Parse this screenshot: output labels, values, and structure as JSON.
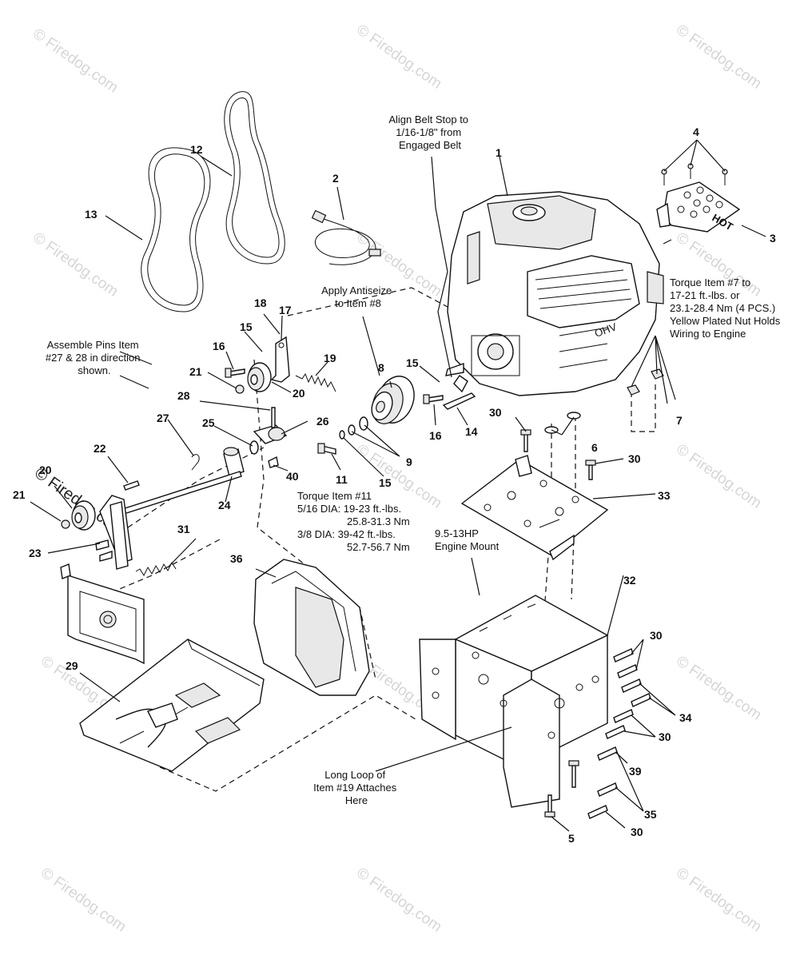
{
  "watermark": "© Firedog.com",
  "watermark_large": "© Firedog.com",
  "callouts": {
    "c1": "1",
    "c2": "2",
    "c3": "3",
    "c4": "4",
    "c5": "5",
    "c6": "6",
    "c7": "7",
    "c8": "8",
    "c9": "9",
    "c11": "11",
    "c12": "12",
    "c13": "13",
    "c14": "14",
    "c15a": "15",
    "c15b": "15",
    "c15c": "15",
    "c16a": "16",
    "c16b": "16",
    "c17": "17",
    "c18": "18",
    "c19": "19",
    "c20a": "20",
    "c20b": "20",
    "c21a": "21",
    "c21b": "21",
    "c22": "22",
    "c23": "23",
    "c24": "24",
    "c25": "25",
    "c26": "26",
    "c27": "27",
    "c28": "28",
    "c29": "29",
    "c30a": "30",
    "c30b": "30",
    "c30c": "30",
    "c30d": "30",
    "c30e": "30",
    "c31": "31",
    "c32": "32",
    "c33": "33",
    "c34": "34",
    "c35": "35",
    "c36": "36",
    "c39": "39",
    "c40": "40"
  },
  "notes": {
    "align_belt": [
      "Align Belt Stop to",
      "1/16-1/8\" from",
      "Engaged Belt"
    ],
    "antiseize": [
      "Apply Antiseize",
      "to Item #8"
    ],
    "assemble_pins": [
      "Assemble Pins Item",
      "#27 & 28 in direction",
      "shown."
    ],
    "torque7": [
      "Torque Item #7 to",
      "17-21 ft.-lbs. or",
      "23.1-28.4 Nm (4 PCS.)",
      "Yellow Plated Nut Holds",
      "Wiring to Engine"
    ],
    "torque11": [
      "Torque Item #11",
      "5/16 DIA: 19-23 ft.-lbs.",
      "25.8-31.3 Nm",
      "3/8 DIA: 39-42 ft.-lbs.",
      "52.7-56.7 Nm"
    ],
    "engine_mount": [
      "9.5-13HP",
      "Engine Mount"
    ],
    "long_loop": [
      "Long Loop of",
      "Item #19 Attaches",
      "Here"
    ]
  },
  "plate_text": "HOT"
}
